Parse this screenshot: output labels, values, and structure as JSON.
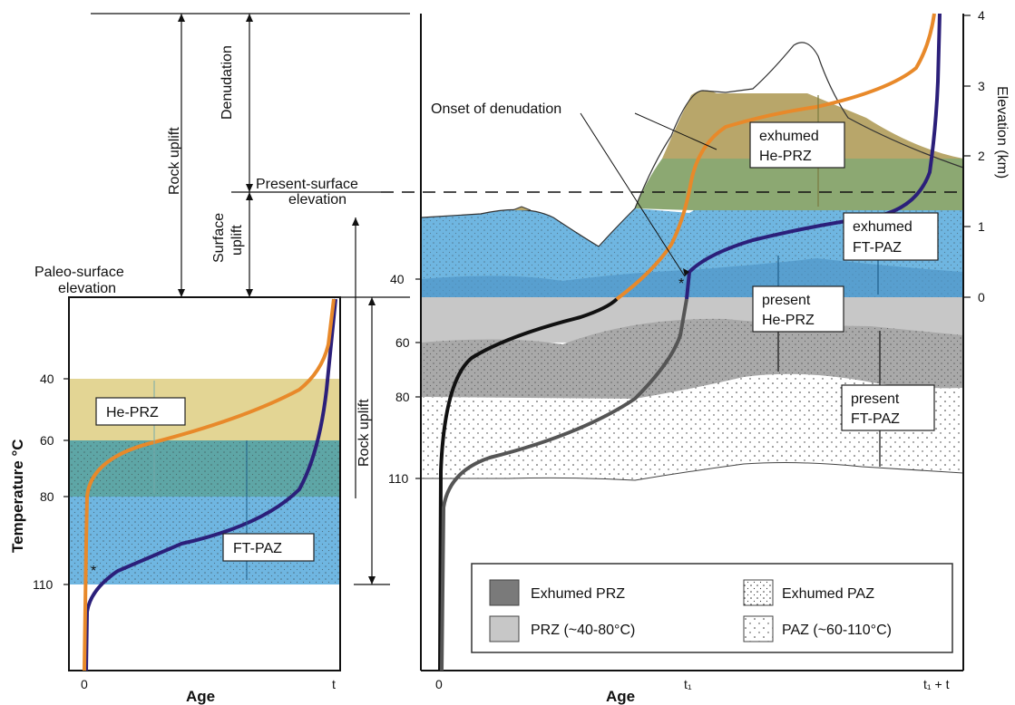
{
  "left_panel": {
    "y_axis_label": "Temperature °C",
    "x_axis_label": "Age",
    "y_ticks": [
      "40",
      "60",
      "80",
      "110"
    ],
    "x_ticks": [
      "0",
      "t"
    ],
    "zone_labels": [
      "He-PRZ",
      "FT-PAZ"
    ]
  },
  "right_panel": {
    "x_axis_label": "Age",
    "x_ticks": [
      "0",
      "t₁",
      "t₁ + t"
    ],
    "y_ticks_left": [
      "40",
      "60",
      "80",
      "110"
    ],
    "elevation_label": "Elevation (km)",
    "elevation_ticks": [
      "0",
      "1",
      "2",
      "3",
      "4"
    ],
    "onset_label": "Onset of denudation",
    "zone_labels": {
      "exhumed_he_prz": [
        "exhumed",
        "He-PRZ"
      ],
      "exhumed_ft_paz": [
        "exhumed",
        "FT-PAZ"
      ],
      "present_he_prz": [
        "present",
        "He-PRZ"
      ],
      "present_ft_paz": [
        "present",
        "FT-PAZ"
      ]
    }
  },
  "annotations": {
    "rock_uplift_top": "Rock uplift",
    "denudation": "Denudation",
    "surface_uplift": [
      "Surface",
      "uplift"
    ],
    "present_surface": [
      "Present-surface",
      "elevation"
    ],
    "paleo_surface": [
      "Paleo-surface",
      "elevation"
    ],
    "rock_uplift_lower": "Rock uplift"
  },
  "legend": [
    {
      "label": "Exhumed PRZ",
      "swatch": "dark-gray-fill"
    },
    {
      "label": "Exhumed PAZ",
      "swatch": "dotted-fill"
    },
    {
      "label": "PRZ (~40-80°C)",
      "swatch": "light-gray-fill"
    },
    {
      "label": "PAZ (~60-110°C)",
      "swatch": "sparse-dotted-fill"
    }
  ],
  "colors": {
    "he_prz": "#e3d594",
    "ft_paz": "#6fb6e1",
    "overlap": "#5ea6a6",
    "exhumed_prz_olive": "#b8a66a",
    "exhumed_overlap_green": "#8ca872",
    "present_prz_gray": "#c7c7c7",
    "dark_gray": "#999999",
    "orange_curve": "#e8892a",
    "navy_curve": "#2b1f7a"
  }
}
